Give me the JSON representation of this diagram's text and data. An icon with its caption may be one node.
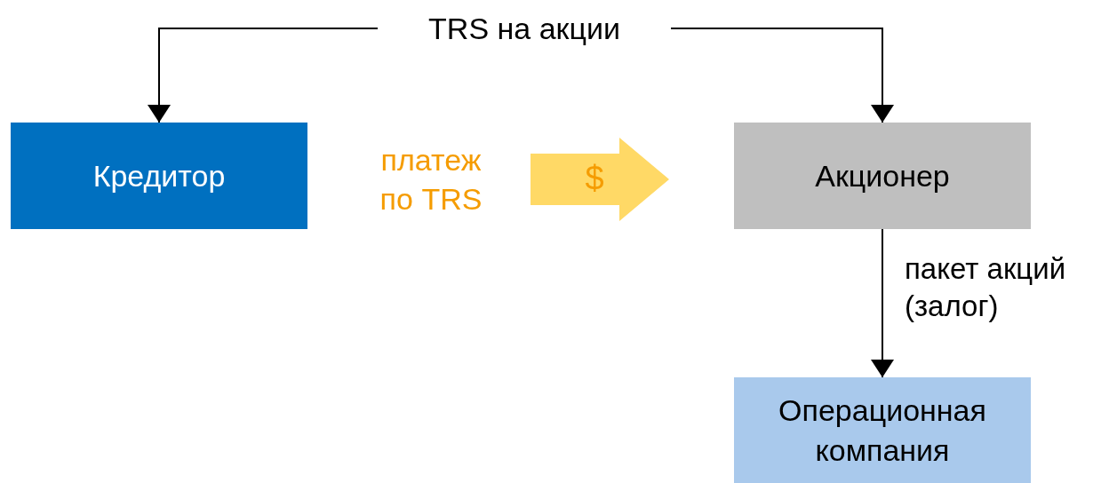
{
  "diagram": {
    "nodes": [
      {
        "text": [
          "Кредитор"
        ]
      },
      {
        "text": [
          "Акционер"
        ]
      },
      {
        "text": [
          "Операционная компания"
        ]
      },
      {
        "text": [
          "TRS на акции"
        ]
      },
      {
        "text": [
          "$"
        ],
        "beside": [
          "платеж по TRS"
        ]
      }
    ],
    "edges": [
      {
        "from": 3,
        "to": 0,
        "arrow": "to"
      },
      {
        "from": 3,
        "to": 1,
        "arrow": "to"
      },
      {
        "from": 1,
        "to": 2,
        "arrow": "to",
        "label": "пакет акций (залог)"
      }
    ]
  }
}
